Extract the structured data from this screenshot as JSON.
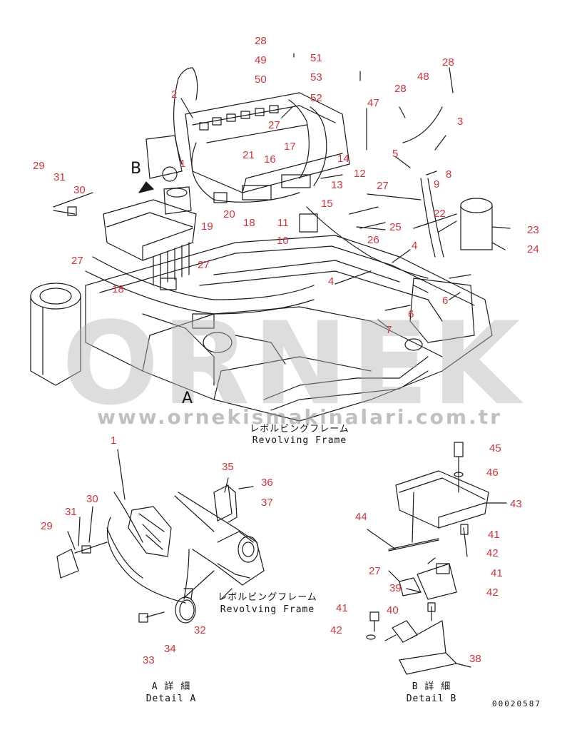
{
  "watermark": {
    "word": "ORNEK",
    "url": "www.ornekismakinalari.com.tr"
  },
  "view_letters": {
    "a": "A",
    "b": "B"
  },
  "captions": {
    "main_jp": "レボルビングフレーム",
    "main_en": "Revolving Frame",
    "detail_a_frame_jp": "レボルビングフレーム",
    "detail_a_frame_en": "Revolving Frame",
    "detail_a_jp": "A 詳 細",
    "detail_a_en": "Detail A",
    "detail_b_jp": "B 詳 細",
    "detail_b_en": "Detail B"
  },
  "document_number": "00020587",
  "callouts": [
    {
      "id": "c28a",
      "label": "28"
    },
    {
      "id": "c49",
      "label": "49"
    },
    {
      "id": "c50",
      "label": "50"
    },
    {
      "id": "c51",
      "label": "51"
    },
    {
      "id": "c53",
      "label": "53"
    },
    {
      "id": "c52",
      "label": "52"
    },
    {
      "id": "c47",
      "label": "47"
    },
    {
      "id": "c28b",
      "label": "28"
    },
    {
      "id": "c48",
      "label": "48"
    },
    {
      "id": "c28c",
      "label": "28"
    },
    {
      "id": "c3",
      "label": "3"
    },
    {
      "id": "c2",
      "label": "2"
    },
    {
      "id": "c27a",
      "label": "27"
    },
    {
      "id": "c21",
      "label": "21"
    },
    {
      "id": "c16",
      "label": "16"
    },
    {
      "id": "c17",
      "label": "17"
    },
    {
      "id": "c14",
      "label": "14"
    },
    {
      "id": "c5",
      "label": "5"
    },
    {
      "id": "c8",
      "label": "8"
    },
    {
      "id": "c9",
      "label": "9"
    },
    {
      "id": "c1a",
      "label": "1"
    },
    {
      "id": "c12",
      "label": "12"
    },
    {
      "id": "c27b",
      "label": "27"
    },
    {
      "id": "c13",
      "label": "13"
    },
    {
      "id": "c15",
      "label": "15"
    },
    {
      "id": "c29a",
      "label": "29"
    },
    {
      "id": "c31a",
      "label": "31"
    },
    {
      "id": "c30a",
      "label": "30"
    },
    {
      "id": "c20",
      "label": "20"
    },
    {
      "id": "c19",
      "label": "19"
    },
    {
      "id": "c18a",
      "label": "18"
    },
    {
      "id": "c11",
      "label": "11"
    },
    {
      "id": "c22",
      "label": "22"
    },
    {
      "id": "c23",
      "label": "23"
    },
    {
      "id": "c25",
      "label": "25"
    },
    {
      "id": "c26",
      "label": "26"
    },
    {
      "id": "c10",
      "label": "10"
    },
    {
      "id": "c24",
      "label": "24"
    },
    {
      "id": "c4a",
      "label": "4"
    },
    {
      "id": "c27c",
      "label": "27"
    },
    {
      "id": "c27d",
      "label": "27"
    },
    {
      "id": "c4b",
      "label": "4"
    },
    {
      "id": "c18b",
      "label": "18"
    },
    {
      "id": "c6a",
      "label": "6"
    },
    {
      "id": "c6b",
      "label": "6"
    },
    {
      "id": "c7",
      "label": "7"
    },
    {
      "id": "c1b",
      "label": "1"
    },
    {
      "id": "c35",
      "label": "35"
    },
    {
      "id": "c36",
      "label": "36"
    },
    {
      "id": "c37",
      "label": "37"
    },
    {
      "id": "c30b",
      "label": "30"
    },
    {
      "id": "c31b",
      "label": "31"
    },
    {
      "id": "c29b",
      "label": "29"
    },
    {
      "id": "c32",
      "label": "32"
    },
    {
      "id": "c33",
      "label": "33"
    },
    {
      "id": "c34",
      "label": "34"
    },
    {
      "id": "c45",
      "label": "45"
    },
    {
      "id": "c46",
      "label": "46"
    },
    {
      "id": "c43",
      "label": "43"
    },
    {
      "id": "c44",
      "label": "44"
    },
    {
      "id": "c41a",
      "label": "41"
    },
    {
      "id": "c42a",
      "label": "42"
    },
    {
      "id": "c27e",
      "label": "27"
    },
    {
      "id": "c41b",
      "label": "41"
    },
    {
      "id": "c39",
      "label": "39"
    },
    {
      "id": "c42b",
      "label": "42"
    },
    {
      "id": "c40",
      "label": "40"
    },
    {
      "id": "c41c",
      "label": "41"
    },
    {
      "id": "c42c",
      "label": "42"
    },
    {
      "id": "c38",
      "label": "38"
    }
  ]
}
